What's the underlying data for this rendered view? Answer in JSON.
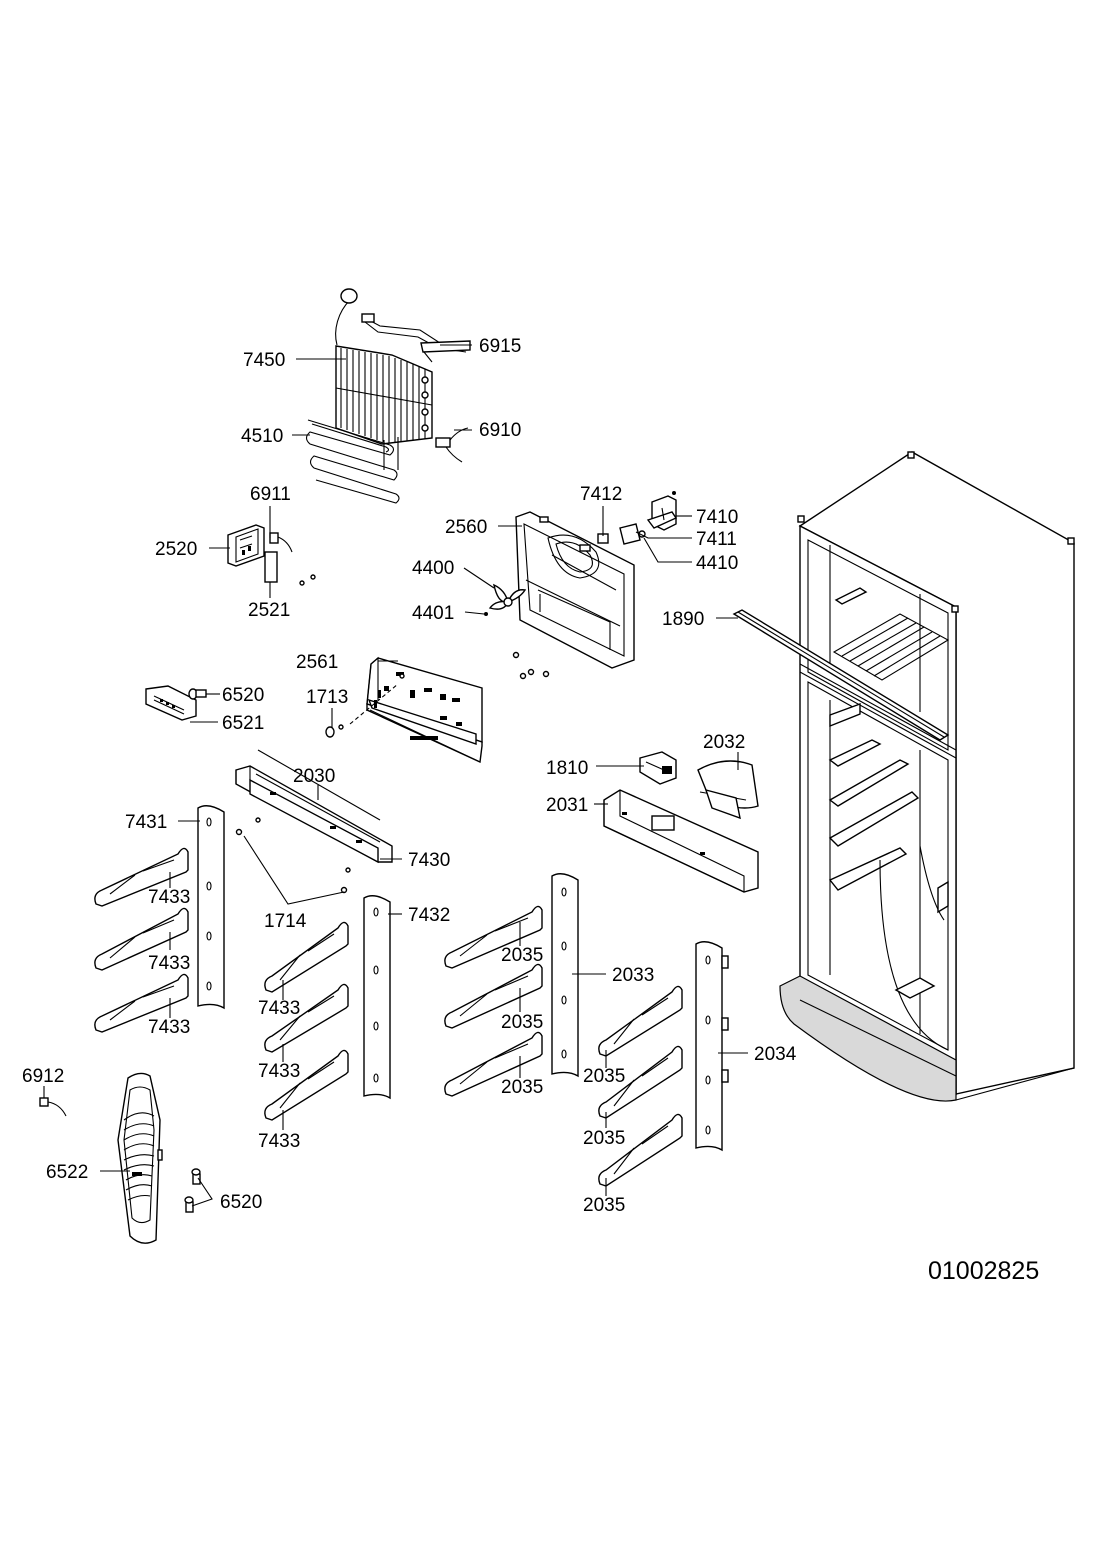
{
  "document_number": "01002825",
  "callouts": {
    "c7450": "7450",
    "c6915": "6915",
    "c4510": "4510",
    "c6910": "6910",
    "c6911": "6911",
    "c2520": "2520",
    "c2521": "2521",
    "c7412": "7412",
    "c7410": "7410",
    "c2560": "2560",
    "c7411": "7411",
    "c4410": "4410",
    "c4400": "4400",
    "c4401": "4401",
    "c1890": "1890",
    "c2561": "2561",
    "c6520a": "6520",
    "c6521": "6521",
    "c1713": "1713",
    "c2032": "2032",
    "c2030": "2030",
    "c1810": "1810",
    "c2031": "2031",
    "c7431": "7431",
    "c7430": "7430",
    "c7433a": "7433",
    "c1714": "1714",
    "c7432": "7432",
    "c7433b": "7433",
    "c2035a": "2035",
    "c2033": "2033",
    "c7433c": "7433",
    "c7433d": "7433",
    "c2035b": "2035",
    "c2035c": "2035",
    "c2035d": "2035",
    "c2034": "2034",
    "c7433e": "7433",
    "c7433f": "7433",
    "c2035e": "2035",
    "c6912": "6912",
    "c2035f": "2035",
    "c6522": "6522",
    "c6520b": "6520"
  }
}
